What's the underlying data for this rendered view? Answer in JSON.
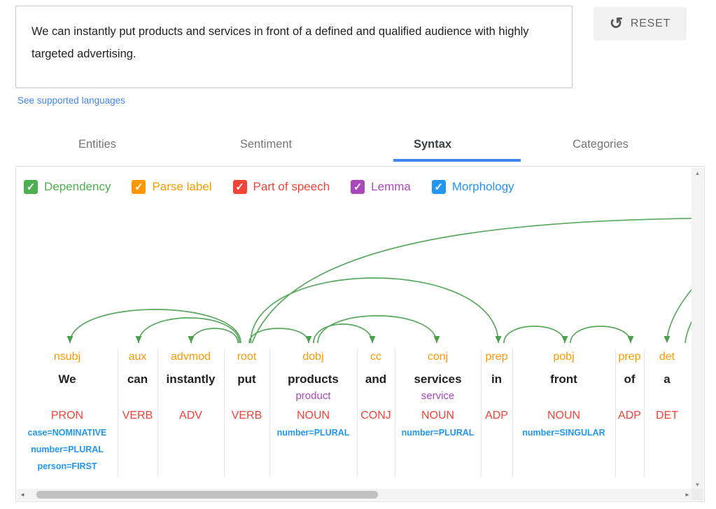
{
  "input": {
    "text": "We can instantly put products and services in front of a defined and qualified audience with highly targeted advertising.",
    "reset_label": "RESET",
    "languages_link": "See supported languages"
  },
  "tabs": [
    {
      "label": "Entities",
      "active": false
    },
    {
      "label": "Sentiment",
      "active": false
    },
    {
      "label": "Syntax",
      "active": true
    },
    {
      "label": "Categories",
      "active": false
    }
  ],
  "legend": [
    {
      "label": "Dependency",
      "color": "#4caf50",
      "checked": true
    },
    {
      "label": "Parse label",
      "color": "#ff9800",
      "checked": true
    },
    {
      "label": "Part of speech",
      "color": "#f44336",
      "checked": true
    },
    {
      "label": "Lemma",
      "color": "#ab47bc",
      "checked": true
    },
    {
      "label": "Morphology",
      "color": "#2196f3",
      "checked": true
    }
  ],
  "syntax": {
    "arc_color": "#58a85d",
    "tokens": [
      {
        "dep": "nsubj",
        "word": "We",
        "lemma": "",
        "pos": "PRON",
        "morph": [
          "case=NOMINATIVE",
          "number=PLURAL",
          "person=FIRST"
        ]
      },
      {
        "dep": "aux",
        "word": "can",
        "lemma": "",
        "pos": "VERB",
        "morph": []
      },
      {
        "dep": "advmod",
        "word": "instantly",
        "lemma": "",
        "pos": "ADV",
        "morph": []
      },
      {
        "dep": "root",
        "word": "put",
        "lemma": "",
        "pos": "VERB",
        "morph": []
      },
      {
        "dep": "dobj",
        "word": "products",
        "lemma": "product",
        "pos": "NOUN",
        "morph": [
          "number=PLURAL"
        ]
      },
      {
        "dep": "cc",
        "word": "and",
        "lemma": "",
        "pos": "CONJ",
        "morph": []
      },
      {
        "dep": "conj",
        "word": "services",
        "lemma": "service",
        "pos": "NOUN",
        "morph": [
          "number=PLURAL"
        ]
      },
      {
        "dep": "prep",
        "word": "in",
        "lemma": "",
        "pos": "ADP",
        "morph": []
      },
      {
        "dep": "pobj",
        "word": "front",
        "lemma": "",
        "pos": "NOUN",
        "morph": [
          "number=SINGULAR"
        ]
      },
      {
        "dep": "prep",
        "word": "of",
        "lemma": "",
        "pos": "ADP",
        "morph": []
      },
      {
        "dep": "det",
        "word": "a",
        "lemma": "",
        "pos": "DET",
        "morph": []
      }
    ],
    "dependencies": [
      {
        "head": "put",
        "dependent": "We",
        "label": "nsubj"
      },
      {
        "head": "put",
        "dependent": "can",
        "label": "aux"
      },
      {
        "head": "put",
        "dependent": "instantly",
        "label": "advmod"
      },
      {
        "head": "put",
        "dependent": "products",
        "label": "dobj"
      },
      {
        "head": "products",
        "dependent": "and",
        "label": "cc"
      },
      {
        "head": "products",
        "dependent": "services",
        "label": "conj"
      },
      {
        "head": "put",
        "dependent": "in",
        "label": "prep"
      },
      {
        "head": "in",
        "dependent": "front",
        "label": "pobj"
      },
      {
        "head": "front",
        "dependent": "of",
        "label": "prep"
      },
      {
        "head": "(offscreen)",
        "dependent": "a",
        "label": "det"
      },
      {
        "head": "put",
        "dependent": "(offscreen)",
        "label": "prep"
      }
    ]
  },
  "icons": {
    "reset": "↺",
    "check": "✓",
    "up": "▲",
    "down": "▼",
    "left": "◄",
    "right": "►"
  }
}
